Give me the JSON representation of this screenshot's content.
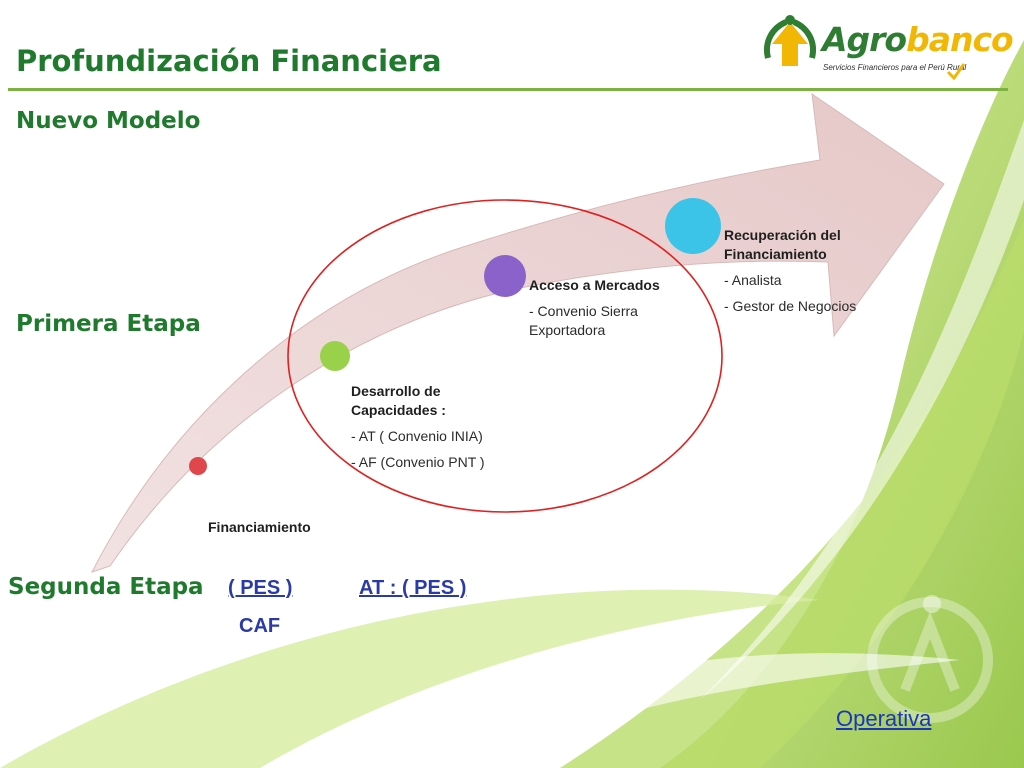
{
  "header": {
    "title": "Profundización Financiera",
    "subtitle": "Nuevo Modelo"
  },
  "logo": {
    "brand_part1": "Agro",
    "brand_part2": "banco",
    "tagline": "Servicios Financieros para el Perú Rural"
  },
  "stages": {
    "first": "Primera Etapa",
    "second": "Segunda Etapa"
  },
  "steps": [
    {
      "title": "Financiamiento",
      "lines": [],
      "color": "#e0474c"
    },
    {
      "title": "Desarrollo de Capacidades :",
      "lines": [
        "- AT ( Convenio INIA)",
        "- AF (Convenio PNT )"
      ],
      "color": "#9ad14b"
    },
    {
      "title": "Acceso a Mercados",
      "lines": [
        "- Convenio Sierra Exportadora"
      ],
      "color": "#8a62c9"
    },
    {
      "title": "Recuperación del Financiamiento",
      "lines": [
        "- Analista",
        "- Gestor de Negocios"
      ],
      "color": "#3cc4e8"
    }
  ],
  "links": {
    "pes": "( PES )",
    "at_pes": "AT : ( PES )",
    "caf": "CAF",
    "operativa": "Operativa"
  },
  "colors": {
    "title_green": "#1f7a2e",
    "arrow_fill": "#ecd2d2",
    "highlight_circle": "#e02020",
    "link_blue": "#2a3aa8",
    "accent_green": "#7bb241"
  }
}
